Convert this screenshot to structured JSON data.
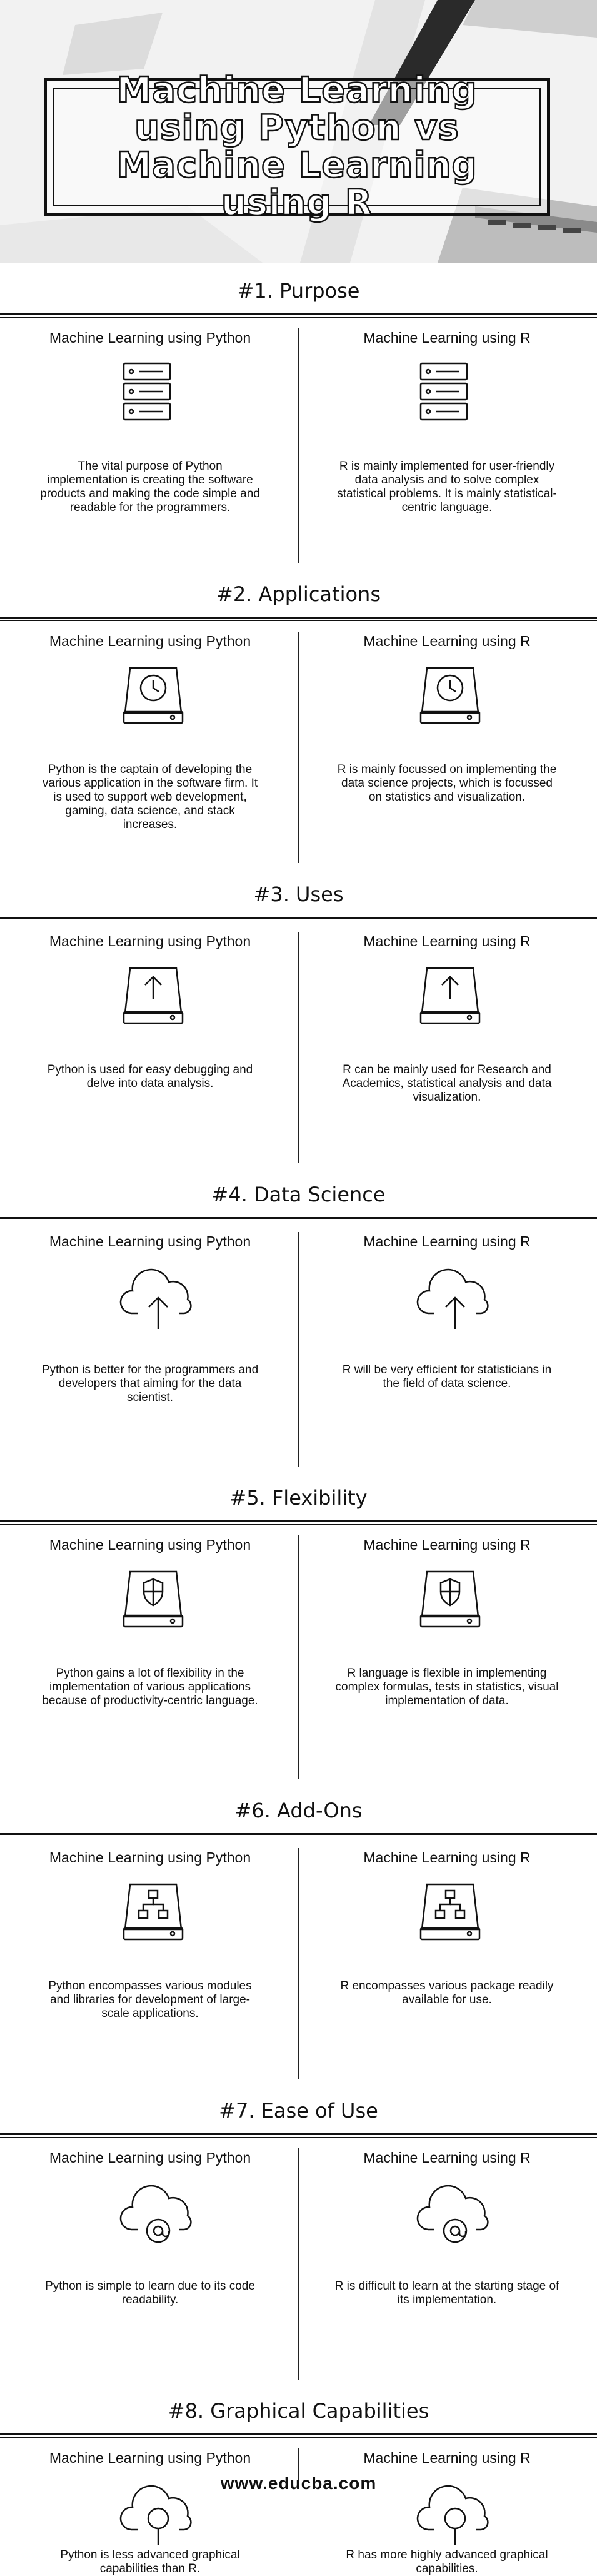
{
  "header": {
    "title": "Machine Learning using Python vs Machine Learning using R"
  },
  "columns": {
    "left": "Machine Learning using Python",
    "right": "Machine Learning using R"
  },
  "sections": [
    {
      "title": "#1. Purpose",
      "icon": "server-icon",
      "left_text": "The vital purpose of Python implementation is creating the software products and making the code simple and readable for the programmers.",
      "right_text": "R is mainly implemented for user-friendly data analysis and to solve complex statistical problems. It is mainly statistical-centric language."
    },
    {
      "title": "#2. Applications",
      "icon": "drive-clock-icon",
      "left_text": "Python is the captain of developing the various application in the software firm. It is used to support web development, gaming, data science, and stack increases.",
      "right_text": "R is mainly focussed on implementing the data science projects, which is focussed on statistics and visualization."
    },
    {
      "title": "#3. Uses",
      "icon": "drive-upload-icon",
      "left_text": "Python is used for easy debugging and delve into data analysis.",
      "right_text": "R can be mainly used for Research and Academics, statistical analysis and data visualization."
    },
    {
      "title": "#4. Data Science",
      "icon": "cloud-upload-icon",
      "left_text": "Python is better for the programmers and developers that aiming for the data scientist.",
      "right_text": "R will be very efficient for statisticians in the field of data science."
    },
    {
      "title": "#5. Flexibility",
      "icon": "drive-shield-icon",
      "left_text": "Python gains a lot of flexibility in the implementation of various applications because of productivity-centric language.",
      "right_text": "R language is flexible in implementing complex formulas, tests in statistics, visual implementation of data."
    },
    {
      "title": "#6. Add-Ons",
      "icon": "drive-network-icon",
      "left_text": "Python encompasses various modules and libraries for development of large-scale applications.",
      "right_text": "R encompasses various package readily available for use."
    },
    {
      "title": "#7. Ease of Use",
      "icon": "cloud-at-icon",
      "left_text": "Python is simple to learn due to its code readability.",
      "right_text": "R is difficult to learn at the starting stage of its implementation."
    },
    {
      "title": "#8. Graphical Capabilities",
      "icon": "cloud-search-icon",
      "left_text": "Python is less advanced graphical capabilities than R.",
      "right_text": "R has more highly advanced graphical capabilities."
    }
  ],
  "footer": {
    "url": "www.educba.com"
  }
}
